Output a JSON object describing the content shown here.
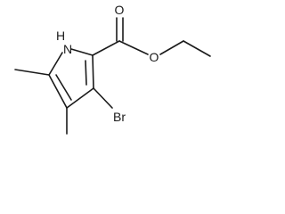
{
  "molecule": {
    "atom_labels": {
      "nh": "H",
      "nh_n": "N",
      "carbonyl_o": "O",
      "ester_o": "O",
      "bromine": "Br"
    }
  }
}
